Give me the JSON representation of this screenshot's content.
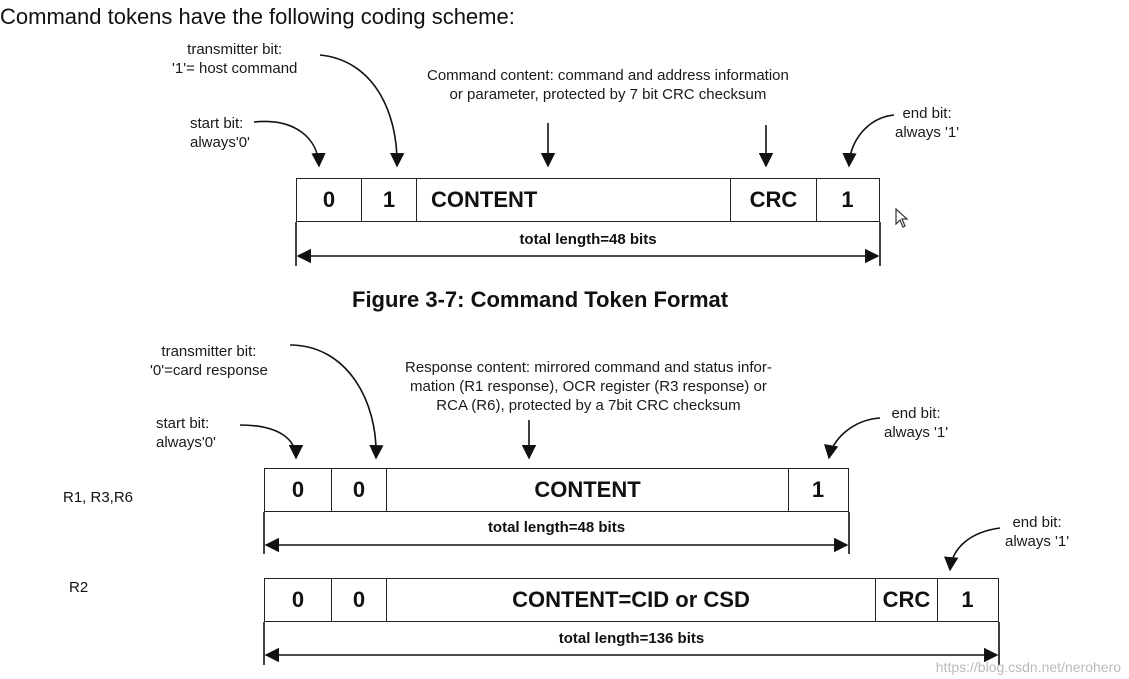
{
  "heading": "Command tokens have the following coding scheme:",
  "command": {
    "transmitter_note": [
      "transmitter bit:",
      "'1'= host command"
    ],
    "start_note": [
      "start bit:",
      "always'0'"
    ],
    "content_note": [
      "Command content: command and address information",
      "or parameter, protected by 7 bit CRC checksum"
    ],
    "end_note": [
      "end bit:",
      "always '1'"
    ],
    "cells": [
      "0",
      "1",
      "CONTENT",
      "CRC",
      "1"
    ],
    "length_label": "total length=48 bits",
    "caption": "Figure 3-7: Command Token Format"
  },
  "response": {
    "transmitter_note": [
      "transmitter bit:",
      "'0'=card response"
    ],
    "start_note": [
      "start bit:",
      "always'0'"
    ],
    "content_note": [
      "Response content: mirrored command and status infor-",
      "mation (R1 response), OCR register (R3 response) or",
      "RCA (R6), protected by a 7bit CRC checksum"
    ],
    "end_note": [
      "end bit:",
      "always '1'"
    ],
    "r1": {
      "label": "R1, R3,R6",
      "cells": [
        "0",
        "0",
        "CONTENT",
        "1"
      ],
      "length_label": "total length=48 bits"
    },
    "r2": {
      "label": "R2",
      "end_note": [
        "end bit:",
        "always '1'"
      ],
      "cells": [
        "0",
        "0",
        "CONTENT=CID or CSD",
        "CRC",
        "1"
      ],
      "length_label": "total length=136 bits"
    }
  },
  "watermark": "https://blog.csdn.net/nerohero"
}
